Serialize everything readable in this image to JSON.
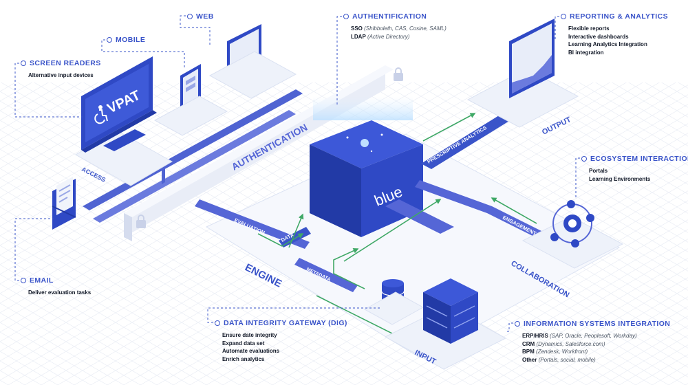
{
  "callouts": {
    "web": {
      "title": "WEB"
    },
    "mobile": {
      "title": "MOBILE"
    },
    "screen_readers": {
      "title": "SCREEN READERS",
      "items": [
        "Alternative input devices"
      ]
    },
    "email": {
      "title": "EMAIL",
      "items": [
        "Deliver evaluation tasks"
      ]
    },
    "authentification": {
      "title": "AUTHENTIFICATION",
      "items": [
        {
          "label": "SSO",
          "detail": "(Shibboleth, CAS, Cosine, SAML)"
        },
        {
          "label": "LDAP",
          "detail": "(Active Directory)"
        }
      ]
    },
    "reporting": {
      "title": "REPORTING & ANALYTICS",
      "items": [
        "Flexible reports",
        "Interactive dashboards",
        "Learning Analytics Integration",
        "BI integration"
      ]
    },
    "ecosystem": {
      "title": "ECOSYSTEM INTERACTION",
      "items": [
        "Portals",
        "Learning Environments"
      ]
    },
    "dig": {
      "title": "DATA INTEGRITY GATEWAY (DIG)",
      "items": [
        "Ensure date integrity",
        "Expand data set",
        "Automate evaluations",
        "Enrich analytics"
      ]
    },
    "info_systems": {
      "title": "INFORMATION SYSTEMS INTEGRATION",
      "items": [
        {
          "label": "ERP/HRIS",
          "detail": "(SAP, Oracle, Peoplesoft, Workday)"
        },
        {
          "label": "CRM",
          "detail": "(Dynamics, Salesforce.com)"
        },
        {
          "label": "BPM",
          "detail": "(Zendesk, Workfront)"
        },
        {
          "label": "Other",
          "detail": "(Portals, social, mobile)"
        }
      ]
    }
  },
  "labels": {
    "vpat": "VPAT",
    "access": "ACCESS",
    "authentication": "AUTHENTICATION",
    "output": "OUTPUT",
    "prescriptive": "PRESCRIPTIVE ANALYTICS",
    "engagement": "ENGAGEMENT",
    "collaboration": "COLLABORATION",
    "evaluation": "EVALUATION",
    "data": "DATA",
    "engine": "ENGINE",
    "metadata": "METADATA",
    "input": "INPUT",
    "cube": "blue"
  },
  "colors": {
    "accent": "#3a54c9",
    "track": "#5566d6",
    "flow": "#3fa866",
    "platform": "#f1f4fb",
    "cube_front": "#2f49c5",
    "cube_side": "#223aa6",
    "cube_top": "#3d58d8"
  }
}
